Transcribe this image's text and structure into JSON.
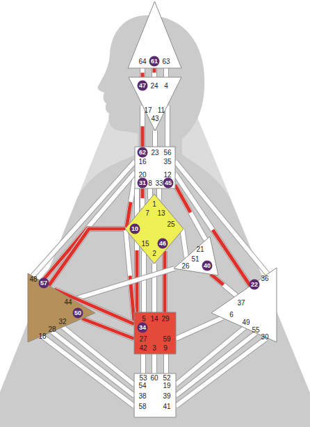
{
  "diagram": {
    "nodes": [
      {
        "text": [
          "64",
          "61",
          "63"
        ]
      },
      {
        "text": [
          "47",
          "24",
          "4",
          "17",
          "11",
          "43"
        ]
      },
      {
        "text": [
          "62",
          "23",
          "56",
          "16",
          "35",
          "20",
          "12",
          "31",
          "8",
          "33",
          "45"
        ]
      },
      {
        "text": [
          "1",
          "7",
          "13",
          "10",
          "25",
          "15",
          "46",
          "2"
        ]
      },
      {
        "text": [
          "21",
          "51",
          "26",
          "40"
        ]
      },
      {
        "text": [
          "48",
          "57",
          "44",
          "50",
          "32",
          "28",
          "18"
        ]
      },
      {
        "text": [
          "5",
          "14",
          "29",
          "34",
          "27",
          "59",
          "42",
          "3",
          "9"
        ]
      },
      {
        "text": [
          "36",
          "22",
          "37",
          "6",
          "49",
          "55",
          "30"
        ]
      },
      {
        "text": [
          "53",
          "60",
          "52",
          "54",
          "19",
          "38",
          "39",
          "58",
          "41"
        ]
      }
    ],
    "edges": [
      {
        "from": 0,
        "to": 1,
        "arrow": "none"
      },
      {
        "from": 0,
        "to": 1,
        "arrow": "none"
      },
      {
        "from": 0,
        "to": 1,
        "arrow": "none"
      },
      {
        "from": 1,
        "to": 2,
        "arrow": "none"
      },
      {
        "from": 1,
        "to": 2,
        "arrow": "none"
      },
      {
        "from": 1,
        "to": 2,
        "arrow": "none"
      },
      {
        "from": 2,
        "to": 3,
        "arrow": "none"
      },
      {
        "from": 2,
        "to": 3,
        "arrow": "none"
      },
      {
        "from": 2,
        "to": 3,
        "arrow": "none"
      },
      {
        "from": 2,
        "to": 3,
        "arrow": "none"
      },
      {
        "from": 2,
        "to": 4,
        "arrow": "none"
      },
      {
        "from": 2,
        "to": 5,
        "arrow": "none"
      },
      {
        "from": 2,
        "to": 5,
        "arrow": "none"
      },
      {
        "from": 2,
        "to": 6,
        "arrow": "none"
      },
      {
        "from": 2,
        "to": 7,
        "arrow": "none"
      },
      {
        "from": 2,
        "to": 7,
        "arrow": "none"
      },
      {
        "from": 3,
        "to": 4,
        "arrow": "none"
      },
      {
        "from": 3,
        "to": 5,
        "arrow": "none"
      },
      {
        "from": 3,
        "to": 6,
        "arrow": "none"
      },
      {
        "from": 3,
        "to": 6,
        "arrow": "none"
      },
      {
        "from": 3,
        "to": 6,
        "arrow": "none"
      },
      {
        "from": 3,
        "to": 6,
        "arrow": "none"
      },
      {
        "from": 4,
        "to": 5,
        "arrow": "none"
      },
      {
        "from": 4,
        "to": 7,
        "arrow": "none"
      },
      {
        "from": 5,
        "to": 6,
        "arrow": "none"
      },
      {
        "from": 5,
        "to": 6,
        "arrow": "none"
      },
      {
        "from": 5,
        "to": 8,
        "arrow": "none"
      },
      {
        "from": 5,
        "to": 8,
        "arrow": "none"
      },
      {
        "from": 5,
        "to": 8,
        "arrow": "none"
      },
      {
        "from": 6,
        "to": 7,
        "arrow": "none"
      },
      {
        "from": 6,
        "to": 8,
        "arrow": "none"
      },
      {
        "from": 6,
        "to": 8,
        "arrow": "none"
      },
      {
        "from": 6,
        "to": 8,
        "arrow": "none"
      },
      {
        "from": 7,
        "to": 8,
        "arrow": "none"
      },
      {
        "from": 7,
        "to": 8,
        "arrow": "none"
      },
      {
        "from": 7,
        "to": 8,
        "arrow": "none"
      }
    ]
  }
}
